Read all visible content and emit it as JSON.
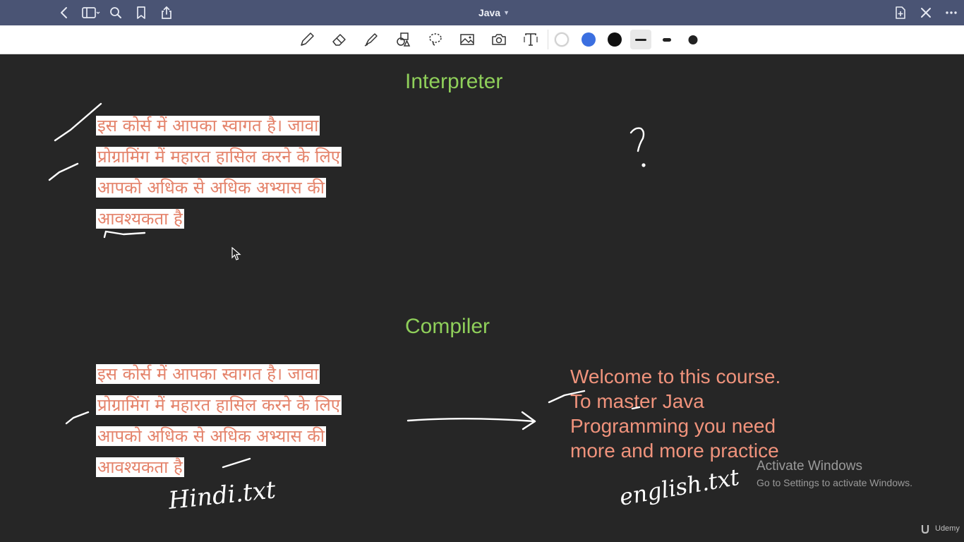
{
  "titlebar": {
    "title": "Java",
    "icons": [
      "back-icon",
      "sidebar-icon",
      "search-icon",
      "bookmark-icon",
      "share-icon",
      "add-page-icon",
      "close-icon",
      "more-icon"
    ]
  },
  "toolbar": {
    "tools": [
      "pen-icon",
      "eraser-icon",
      "highlighter-icon",
      "shapes-icon",
      "lasso-icon",
      "image-icon",
      "camera-icon",
      "text-icon"
    ],
    "colors": {
      "white": "#ffffff",
      "blue": "#3b6fe0",
      "black": "#111111"
    },
    "strokes": [
      "thin",
      "medium",
      "thick"
    ]
  },
  "canvas": {
    "interpreter_heading": "Interpreter",
    "compiler_heading": "Compiler",
    "hindi_text": {
      "line1": "इस कोर्स में आपका स्वागत है। जावा",
      "line2": "प्रोग्रामिंग में महारत हासिल करने के लिए",
      "line3": "आपको अधिक से अधिक अभ्यास की",
      "line4": "आवश्यकता है"
    },
    "english_text": {
      "line1": "Welcome to this course.",
      "line2": "To master Java",
      "line3": "Programming you need",
      "line4": "more and more practice"
    },
    "handwriting": {
      "question": "?",
      "hindi_file": "Hindi.txt",
      "english_file": "english.txt"
    },
    "heading_color": "#8fcf5a",
    "text_color": "#e4826a"
  },
  "watermark": {
    "title": "Activate Windows",
    "subtitle": "Go to Settings to activate Windows."
  },
  "brand": "Udemy"
}
